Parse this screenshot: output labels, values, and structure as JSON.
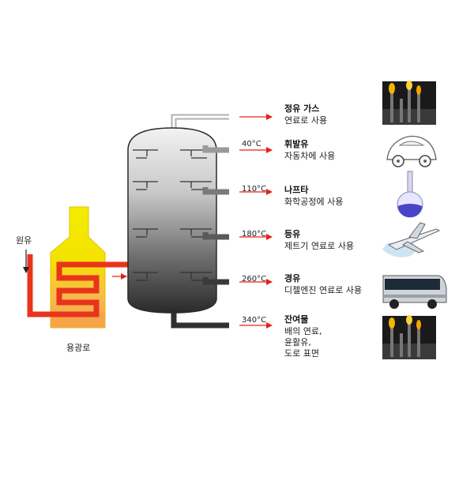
{
  "feed_label": "원유",
  "furnace_label": "용광로",
  "colors": {
    "furnace_yellow": "#f2e600",
    "furnace_orange": "#f6a94a",
    "pipe_red": "#e8341c",
    "arrow_red": "#e8201c",
    "pipe_gray": "#808080",
    "pipe_dark": "#3a3a3a"
  },
  "products": [
    {
      "temp": "",
      "name": "정유 가스",
      "uses": [
        "연료로 사용"
      ],
      "icon": "refinery-flare-icon"
    },
    {
      "temp": "40°C",
      "name": "휘발유",
      "uses": [
        "자동차에 사용"
      ],
      "icon": "car-icon"
    },
    {
      "temp": "110°C",
      "name": "나프타",
      "uses": [
        "화학공정에 사용"
      ],
      "icon": "flask-icon"
    },
    {
      "temp": "180°C",
      "name": "등유",
      "uses": [
        "제트기 연료로 사용"
      ],
      "icon": "airplane-icon"
    },
    {
      "temp": "260°C",
      "name": "경유",
      "uses": [
        "디젤엔진 연료로 사용"
      ],
      "icon": "bus-icon"
    },
    {
      "temp": "340°C",
      "name": "잔여물",
      "uses": [
        "배의 연료,",
        "윤활유,",
        "도로 표면"
      ],
      "icon": "refinery-flare-icon"
    }
  ]
}
